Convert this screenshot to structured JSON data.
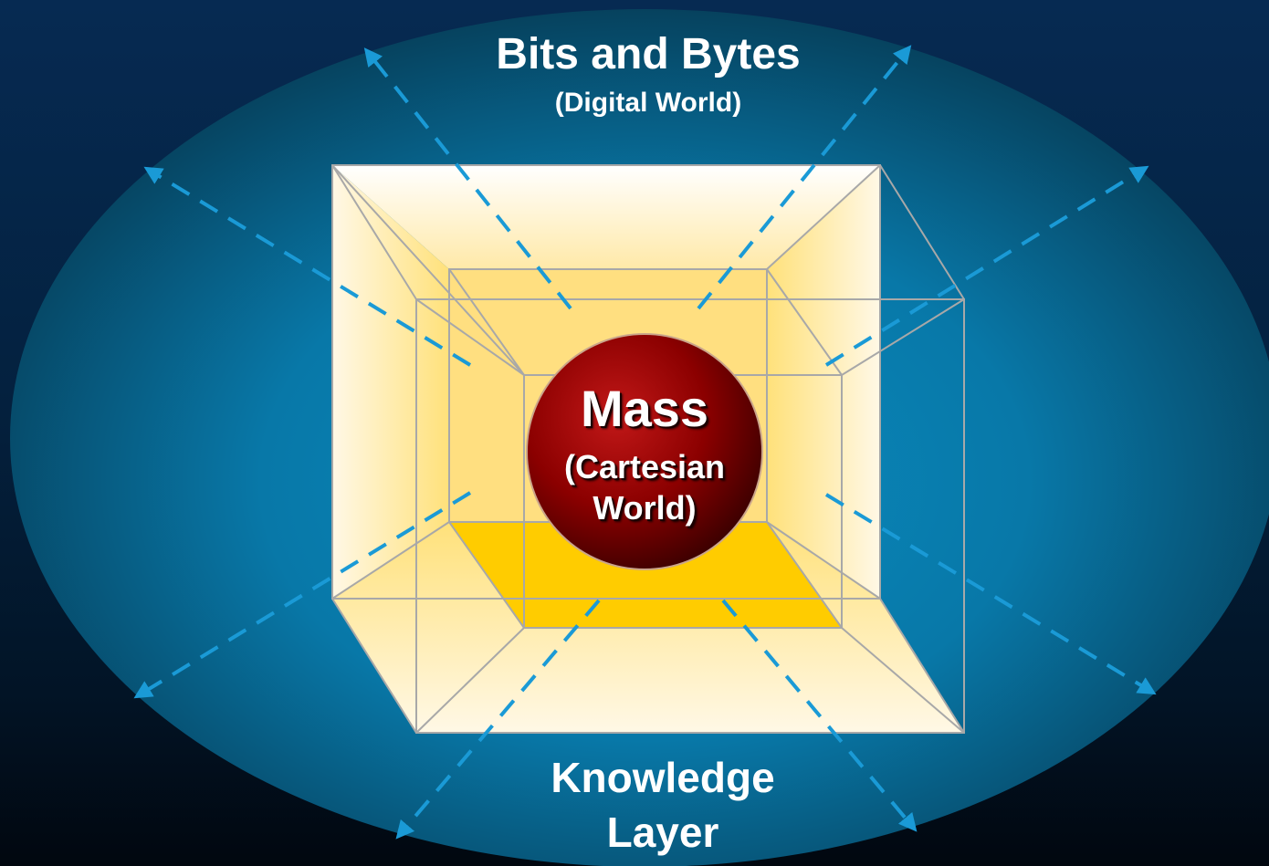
{
  "outer_layer": {
    "title": "Bits and Bytes",
    "subtitle": "(Digital World)"
  },
  "core": {
    "title": "Mass",
    "subtitle_line1": "(Cartesian",
    "subtitle_line2": "World)"
  },
  "bottom_layer": {
    "title": "Knowledge",
    "subtitle": "Layer"
  },
  "colors": {
    "ellipse_center": "#0a8cc0",
    "ellipse_edge": "#06425e",
    "cube_light": "#fff8e6",
    "cube_mid": "#ffe38a",
    "cube_floor": "#ffcc00",
    "sphere": "#8b0000",
    "arrow": "#1a9ad6"
  }
}
